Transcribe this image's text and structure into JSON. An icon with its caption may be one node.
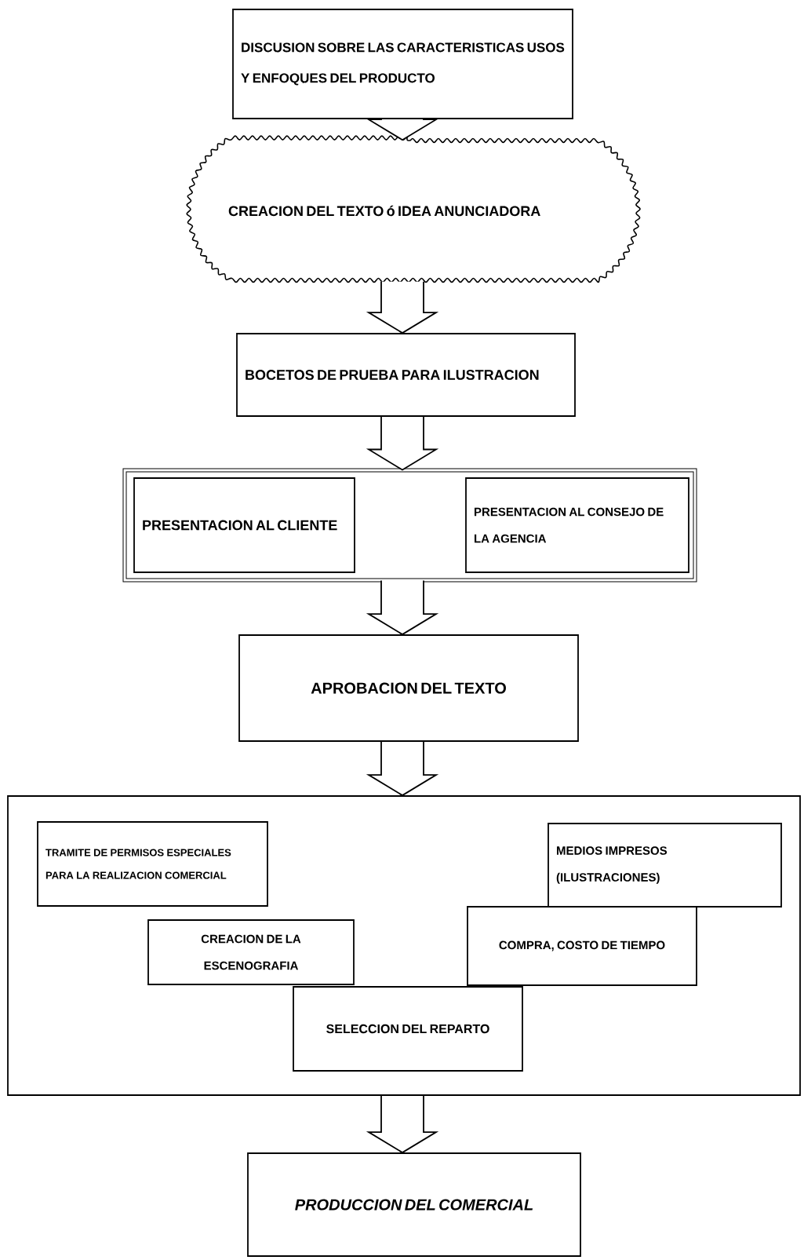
{
  "diagram": {
    "nodes": [
      {
        "text": [
          "DISCUSION SOBRE LAS CARACTERISTICAS USOS Y ENFOQUES DEL PRODUCTO"
        ]
      },
      {
        "text": [
          "CREACION DEL TEXTO ó IDEA ANUNCIADORA"
        ]
      },
      {
        "text": [
          "BOCETOS DE PRUEBA PARA ILUSTRACION"
        ]
      },
      {
        "text": [],
        "shape": "box"
      },
      {
        "text": [
          "PRESENTACION AL CLIENTE"
        ],
        "in": 3
      },
      {
        "text": [
          "PRESENTACION AL CONSEJO DE LA AGENCIA"
        ],
        "in": 3
      },
      {
        "text": [
          "APROBACION DEL TEXTO"
        ]
      },
      {
        "text": [],
        "shape": "box"
      },
      {
        "text": [
          "TRAMITE DE PERMISOS ESPECIALES PARA LA REALIZACION COMERCIAL"
        ],
        "in": 7
      },
      {
        "text": [
          "MEDIOS IMPRESOS (ILUSTRACIONES)"
        ],
        "in": 7
      },
      {
        "text": [
          "CREACION DE LA ESCENOGRAFIA"
        ],
        "in": 7
      },
      {
        "text": [
          "COMPRA, COSTO DE TIEMPO"
        ],
        "in": 7
      },
      {
        "text": [
          "SELECCION DEL REPARTO"
        ],
        "in": 7
      },
      {
        "text": [
          "PRODUCCION DEL COMERCIAL"
        ]
      }
    ],
    "edges": [
      {
        "from": 0,
        "to": 1,
        "arrow": "to"
      },
      {
        "from": 1,
        "to": 2,
        "arrow": "to"
      },
      {
        "from": 2,
        "to": 3,
        "arrow": "to"
      },
      {
        "from": 3,
        "to": 6,
        "arrow": "to"
      },
      {
        "from": 6,
        "to": 7,
        "arrow": "to"
      },
      {
        "from": 7,
        "to": 13,
        "arrow": "to"
      }
    ]
  }
}
